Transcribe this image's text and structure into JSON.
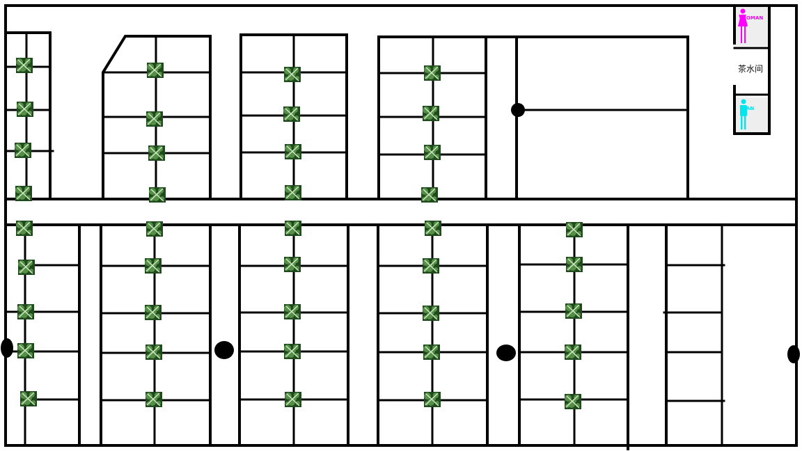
{
  "restrooms": {
    "women": {
      "label": "Woman",
      "color": "#ff00ff"
    },
    "men": {
      "label": "Man",
      "color": "#00e5ee"
    }
  },
  "pantry": {
    "label": "茶水间"
  },
  "colors": {
    "line": "#000000",
    "room_fill": "#eeeeee",
    "plant_dark": "#1f4a1c",
    "plant_light": "#5f9a4e"
  },
  "icons": {
    "plant": "potted-plant-icon",
    "pillar": "pillar-icon",
    "woman": "woman-icon",
    "man": "man-icon"
  }
}
